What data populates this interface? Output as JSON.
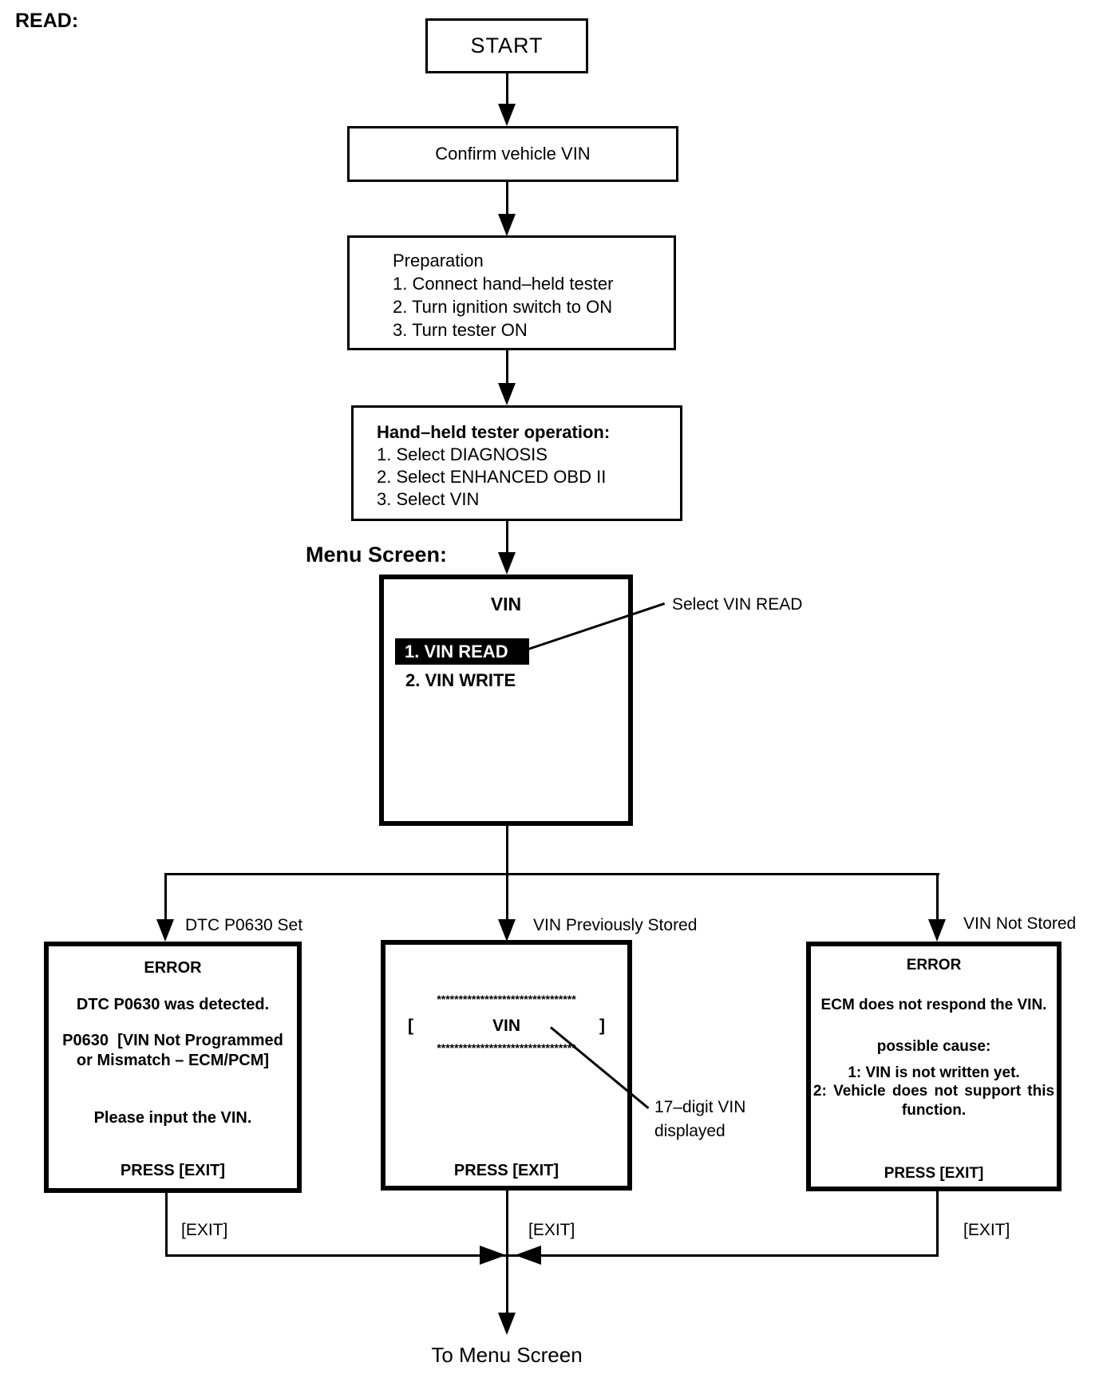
{
  "title": "READ:",
  "nodes": {
    "start": "START",
    "confirm": "Confirm vehicle VIN",
    "preparation": {
      "line1": "Preparation",
      "line2": "1. Connect hand–held tester",
      "line3": "2. Turn ignition switch to ON",
      "line4": "3. Turn tester ON"
    },
    "tester": {
      "heading": "Hand–held tester operation:",
      "line1": "1. Select DIAGNOSIS",
      "line2": "2. Select ENHANCED OBD II",
      "line3": "3. Select VIN"
    }
  },
  "menu_screen": {
    "label": "Menu Screen:",
    "title": "VIN",
    "item_read": "1. VIN READ",
    "item_write": "2. VIN WRITE",
    "callout": "Select VIN READ"
  },
  "branches": {
    "dtc_set": {
      "label": "DTC P0630 Set",
      "line1": "ERROR",
      "line2": "DTC P0630 was detected.",
      "line3": "P0630  [VIN Not Programmed",
      "line4": "or Mismatch – ECM/PCM]",
      "line5": "Please input the VIN.",
      "line6": "PRESS [EXIT]",
      "exit": "[EXIT]"
    },
    "stored": {
      "label": "VIN Previously Stored",
      "stars": "********************************",
      "open": "[",
      "vin": "VIN",
      "close": "]",
      "press": "PRESS [EXIT]",
      "callout1": "17–digit VIN",
      "callout2": "displayed",
      "exit": "[EXIT]"
    },
    "not_stored": {
      "label": "VIN Not Stored",
      "line1": "ERROR",
      "line2": "ECM does not respond the VIN.",
      "line3": "possible cause:",
      "line4": "1: VIN is not written yet.",
      "line5": "2: Vehicle does not support this",
      "line6": "function.",
      "line7": "PRESS [EXIT]",
      "exit": "[EXIT]"
    }
  },
  "footer": {
    "to_menu": "To Menu Screen"
  },
  "colors": {
    "ink": "#000000",
    "paper": "#ffffff",
    "highlight_bg": "#000000",
    "highlight_text": "#ffffff"
  }
}
